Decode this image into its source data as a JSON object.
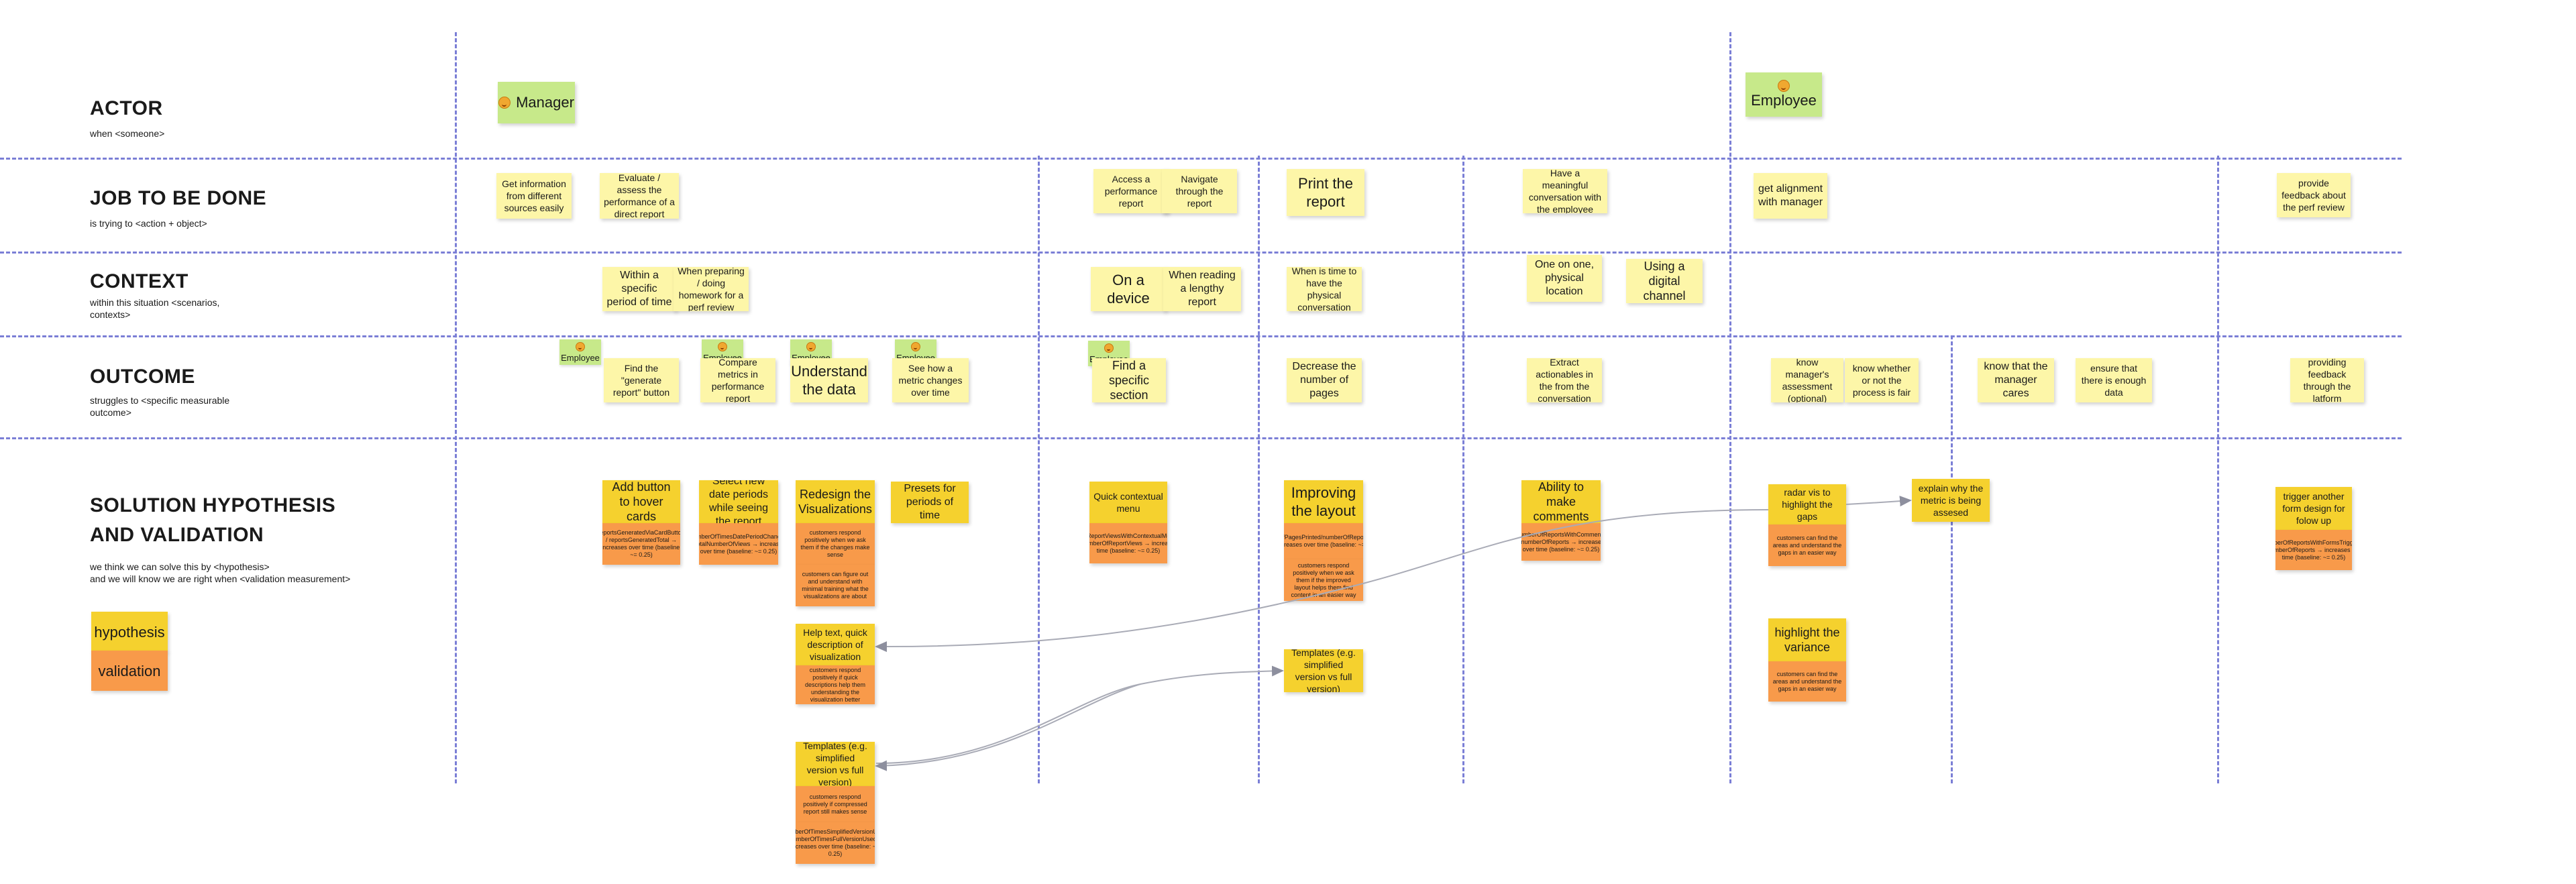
{
  "rows": {
    "actor": {
      "title": "ACTOR",
      "sub": "when <someone>"
    },
    "job": {
      "title": "JOB TO BE DONE",
      "sub": "is trying to <action + object>"
    },
    "context": {
      "title": "CONTEXT",
      "sub": "within this situation <scenarios, contexts>"
    },
    "outcome": {
      "title": "OUTCOME",
      "sub": "struggles to <specific measurable outcome>"
    },
    "solution": {
      "title_line1": "SOLUTION HYPOTHESIS",
      "title_line2": "AND VALIDATION",
      "sub_line1": "we think we can solve this by <hypothesis>",
      "sub_line2": "and we will know we are right when <validation measurement>"
    }
  },
  "legend": {
    "hypothesis": "hypothesis",
    "validation": "validation"
  },
  "actors": {
    "manager": "Manager",
    "employee": "Employee"
  },
  "badge": "Employee",
  "jobs": [
    "Get information from different sources easily",
    "Evaluate / assess the performance of a direct report",
    "Access a performance report",
    "Navigate through the report",
    "Print the report",
    "Have a meaningful conversation with the employee",
    "get alignment with manager",
    "provide feedback about the perf review"
  ],
  "contexts": [
    "Within a specific period of time",
    "When preparing / doing homework for a perf review",
    "On a device",
    "When reading a lengthy report",
    "When is time to have the physical conversation",
    "One on one, physical location",
    "Using a digital channel"
  ],
  "outcomes": [
    "Find the \"generate report\" button",
    "Compare metrics in performance report",
    "Understand the data",
    "See how a metric changes over time",
    "Find a specific section",
    "Decrease the number of pages",
    "Extract actionables in the from the conversation",
    "know manager's assessment (optional)",
    "know whether or not the process is fair",
    "know that the manager cares",
    "ensure that there is enough data",
    "providing feedback through the latform"
  ],
  "hypotheses": [
    "Add button to hover cards",
    "Select new date periods while seeing the report",
    "Redesign the Visualizations",
    "Presets for periods of time",
    "Help text, quick description of visualization",
    "Templates (e.g. simplified version vs full version)",
    "Quick contextual menu",
    "Improving the layout",
    "Templates (e.g. simplified version vs full version)",
    "Ability to make comments",
    "radar vis to highlight the gaps",
    "explain why the metric is being assesed",
    "highlight the variance",
    "trigger another form design for folow up"
  ],
  "validations": [
    "reportsGeneratedViaCardButton / reportsGeneratedTotal → increases over time (baseline: ~= 0.25)",
    "numberOfTimesDatePeriodChanged / totalNumberOfViews → increases over time (baseline: ~= 0.25)",
    "customers respond positively when we ask them if the changes make sense",
    "customers can figure out and understand with minimal training what the visualizations are about",
    "customers respond positively if quick descriptions help them understanding the visualization better",
    "customers respond positively if compressed report still makes sense",
    "numberOfTimesSimplifiedVersionUsed / numberOfTimesFullVersionUsed → increases over time (baseline: ~= 0.25)",
    "numberOfReportViewsWithContextualMenuActions / totalNumberOfReportViews → increases over time (baseline: ~= 0.25)",
    "numberOfPagesPrinted/numberOfReportsPrinted → decreases over time (baseline: ~= 0.25)",
    "customers respond positively when we ask them if the improved layout helps them find content in an easier way",
    "numberOfReportsWithComments / numberOfReports → increases over time (baseline: ~= 0.25)",
    "customers can find the areas and understand the gaps in an easier way",
    "customers can find the areas and understand the gaps in an easier way",
    "numberOfReportsWithFormsTriggered / numberOfReports → increases over time (baseline: ~= 0.25)"
  ]
}
